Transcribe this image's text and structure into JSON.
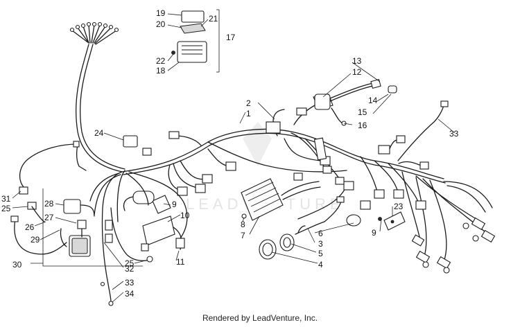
{
  "labels": {
    "l1": "1",
    "l2": "2",
    "l3": "3",
    "l4": "4",
    "l5": "5",
    "l6": "6",
    "l7": "7",
    "l8": "8",
    "l9a": "9",
    "l9b": "9",
    "l10": "10",
    "l11": "11",
    "l12": "12",
    "l13": "13",
    "l14": "14",
    "l15": "15",
    "l16": "16",
    "l17": "17",
    "l18": "18",
    "l19": "19",
    "l20": "20",
    "l21": "21",
    "l22": "22",
    "l23": "23",
    "l24": "24",
    "l25a": "25",
    "l25b": "25",
    "l26": "26",
    "l27": "27",
    "l28": "28",
    "l29": "29",
    "l30": "30",
    "l31": "31",
    "l32": "32",
    "l33a": "33",
    "l33b": "33",
    "l34": "34"
  },
  "watermark": "LEADVENTURE",
  "footer": "Rendered by LeadVenture, Inc."
}
